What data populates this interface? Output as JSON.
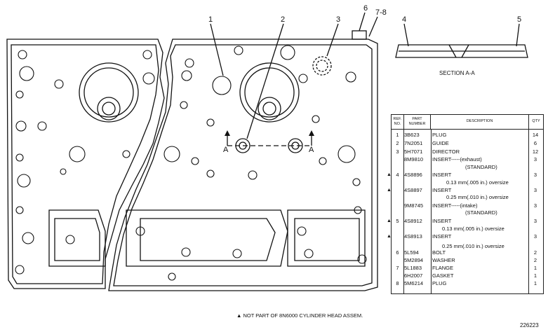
{
  "section_label": "SECTION A-A",
  "section_marker": "A",
  "callouts": [
    "1",
    "2",
    "3",
    "4",
    "5",
    "6",
    "7-8"
  ],
  "table": {
    "headers": {
      "ref": "REF. NO.",
      "part": "PART NUMBER",
      "desc": "DESCRIPTION",
      "qty": "QTY"
    },
    "rows": [
      {
        "ref": "1",
        "part": "3B623",
        "desc": "PLUG",
        "qty": "14",
        "mark": ""
      },
      {
        "ref": "2",
        "part": "7N2051",
        "desc": "GUIDE",
        "qty": "6",
        "mark": ""
      },
      {
        "ref": "3",
        "part": "5H7071",
        "desc": "DIRECTOR",
        "qty": "12",
        "mark": ""
      },
      {
        "ref": "",
        "part": "8M9810",
        "desc": "INSERT-----(exhaust)",
        "qty": "3",
        "mark": ""
      },
      {
        "ref": "4",
        "part": "4S8896",
        "desc": "INSERT",
        "qty": "3",
        "mark": "▲"
      },
      {
        "ref": "",
        "part": "4S8897",
        "desc": "INSERT",
        "qty": "3",
        "mark": "▲"
      },
      {
        "ref": "",
        "part": "9M8745",
        "desc": "INSERT-----(intake)",
        "qty": "3",
        "mark": ""
      },
      {
        "ref": "5",
        "part": "4S8912",
        "desc": "INSERT",
        "qty": "3",
        "mark": "▲"
      },
      {
        "ref": "",
        "part": "4S8913",
        "desc": "INSERT",
        "qty": "3",
        "mark": "▲"
      },
      {
        "ref": "6",
        "part": "5L594",
        "desc": "BOLT",
        "qty": "2",
        "mark": ""
      },
      {
        "ref": "",
        "part": "5M2894",
        "desc": "WASHER",
        "qty": "2",
        "mark": ""
      },
      {
        "ref": "7",
        "part": "5L1883",
        "desc": "FLANGE",
        "qty": "1",
        "mark": ""
      },
      {
        "ref": "",
        "part": "6H2007",
        "desc": "GASKET",
        "qty": "1",
        "mark": ""
      },
      {
        "ref": "8",
        "part": "5M6214",
        "desc": "PLUG",
        "qty": "1",
        "mark": ""
      }
    ],
    "notes": {
      "standard_1": "(STANDARD)",
      "oversize_1": "0.13 mm(.005 in.) oversize",
      "oversize_2": "0.25 mm(.010 in.) oversize",
      "standard_2": "(STANDARD)",
      "oversize_3": "0.13 mm(.005 in.) oversize",
      "oversize_4": "0.25 mm(.010 in.) oversize"
    }
  },
  "footnote": "▲ NOT PART OF 8N6000 CYLINDER HEAD ASSEM.",
  "figure_number": "226223"
}
